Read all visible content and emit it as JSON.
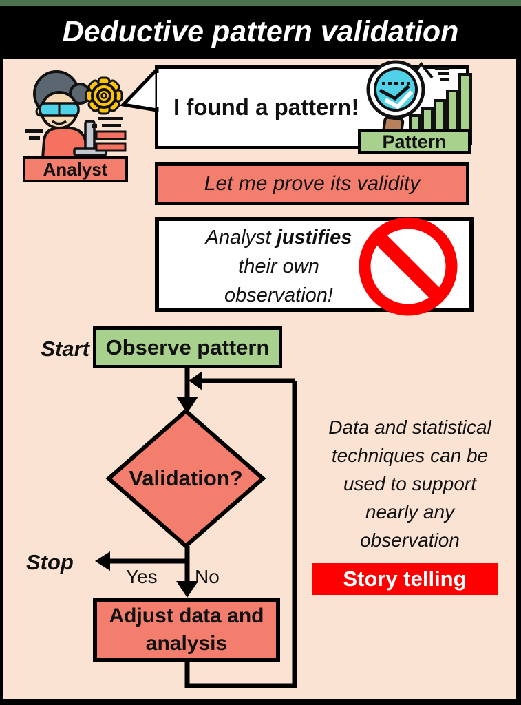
{
  "title": "Deductive pattern validation",
  "analyst": {
    "label": "Analyst"
  },
  "speech": {
    "text": "I found a pattern!"
  },
  "pattern": {
    "label": "Pattern"
  },
  "prove": {
    "text": "Let me prove its validity"
  },
  "justify": {
    "line1_pre": "Analyst ",
    "line1_bold": "justifies",
    "line2": "their own",
    "line3": "observation!"
  },
  "flowchart": {
    "start_label": "Start",
    "observe": "Observe pattern",
    "validation": "Validation?",
    "stop_label": "Stop",
    "yes": "Yes",
    "no": "No",
    "adjust_line1": "Adjust data and",
    "adjust_line2": "analysis"
  },
  "note": {
    "lines": [
      "Data and statistical",
      "techniques can be",
      "used to support",
      "nearly any",
      "observation"
    ]
  },
  "story": {
    "label": "Story telling"
  },
  "icons": {
    "analyst": "analyst-at-laptop-icon",
    "gear": "gear-icon",
    "magnifier": "magnifying-glass-chart-icon",
    "bar_chart": "bar-chart-icon",
    "mini_chart": "mini-line-chart-icon",
    "prohibited": "no-sign-icon"
  },
  "colors": {
    "background": "#fbe3d4",
    "salmon": "#f47e6d",
    "green": "#a9d18e",
    "red": "#fe0000",
    "frame_green": "#4b7350",
    "cyan": "#4fd1e8",
    "yellow": "#fdc40b",
    "brown": "#b9805c",
    "black": "#000000",
    "white": "#ffffff"
  }
}
